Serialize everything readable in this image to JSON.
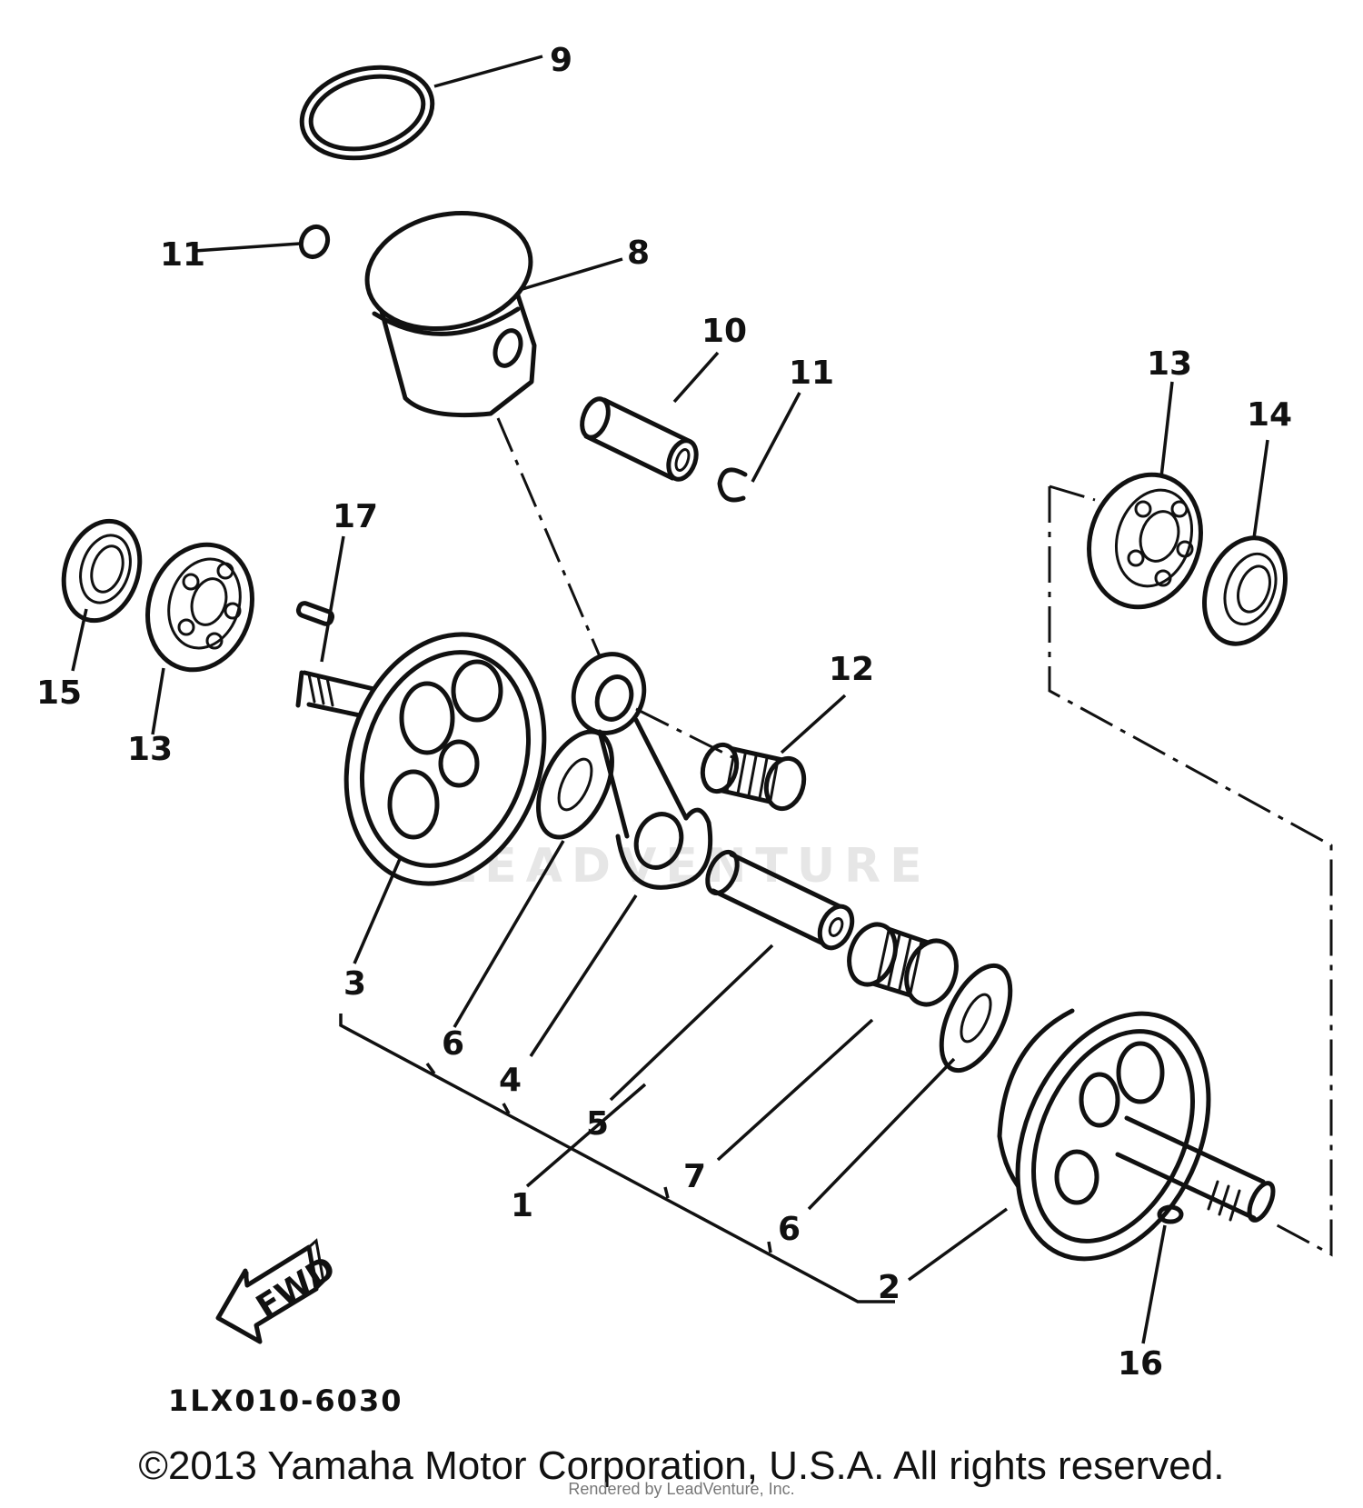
{
  "diagram": {
    "callouts": {
      "c1": "1",
      "c2": "2",
      "c3": "3",
      "c4": "4",
      "c5": "5",
      "c6a": "6",
      "c6b": "6",
      "c7": "7",
      "c8": "8",
      "c9": "9",
      "c10": "10",
      "c11a": "11",
      "c11b": "11",
      "c12": "12",
      "c13a": "13",
      "c13b": "13",
      "c14": "14",
      "c15": "15",
      "c16": "16",
      "c17": "17"
    },
    "fwd_label": "FWD",
    "drawing_code": "1LX010-6030",
    "watermark": "LEADVENTURE"
  },
  "footer": {
    "copyright": "©2013 Yamaha Motor Corporation, U.S.A. All rights reserved.",
    "rendered_by": "Rendered by LeadVenture, Inc."
  }
}
